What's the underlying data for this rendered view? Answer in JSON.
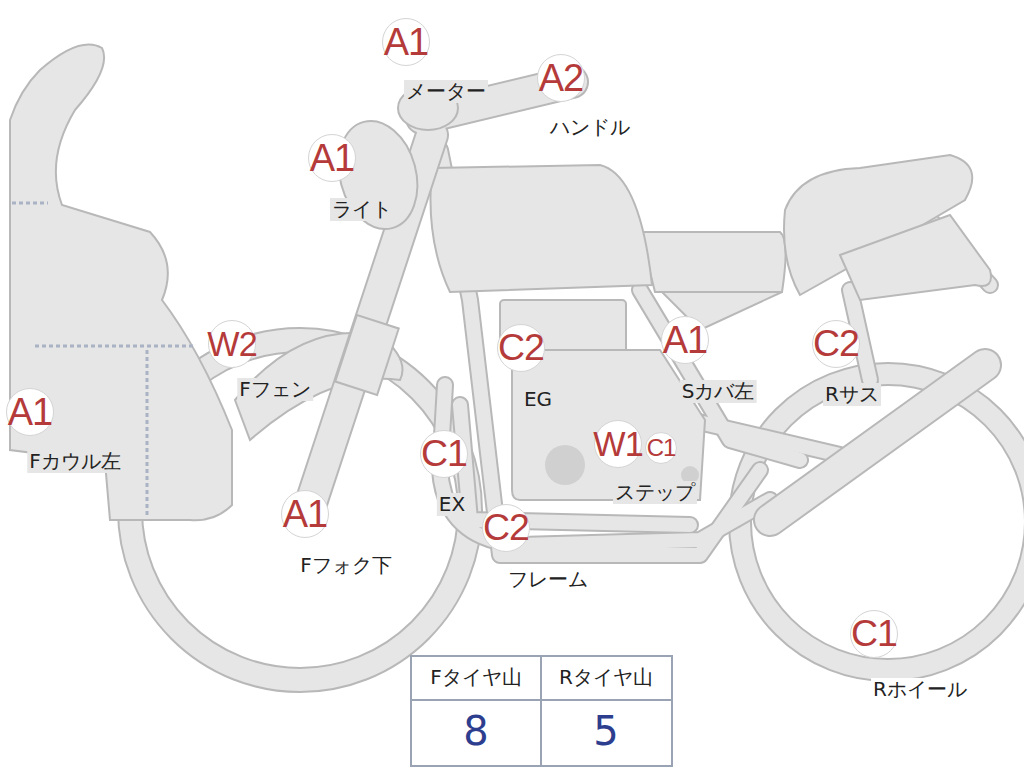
{
  "diagram": {
    "nodes": [
      {
        "text": [
          "A1"
        ]
      },
      {
        "text": [
          "A2"
        ]
      },
      {
        "text": [
          "A1"
        ]
      },
      {
        "text": [
          "W2"
        ]
      },
      {
        "text": [
          "C2"
        ]
      },
      {
        "text": [
          "A1"
        ]
      },
      {
        "text": [
          "C2"
        ]
      },
      {
        "text": [
          "A1"
        ]
      },
      {
        "text": [
          "C1"
        ]
      },
      {
        "text": [
          "W1"
        ]
      },
      {
        "text": [
          "C1"
        ]
      },
      {
        "text": [
          "A1"
        ]
      },
      {
        "text": [
          "C2"
        ]
      },
      {
        "text": [
          "C1"
        ]
      }
    ],
    "labels": [
      "メーター",
      "ハンドル",
      "ライト",
      "Fフェン",
      "EG",
      "Sカバ左",
      "Rサス",
      "Fカウル左",
      "EX",
      "ステップ",
      "Fフォク下",
      "フレーム",
      "Rホイール",
      "Fタイヤ山",
      "Rタイヤ山",
      "8",
      "5"
    ]
  }
}
